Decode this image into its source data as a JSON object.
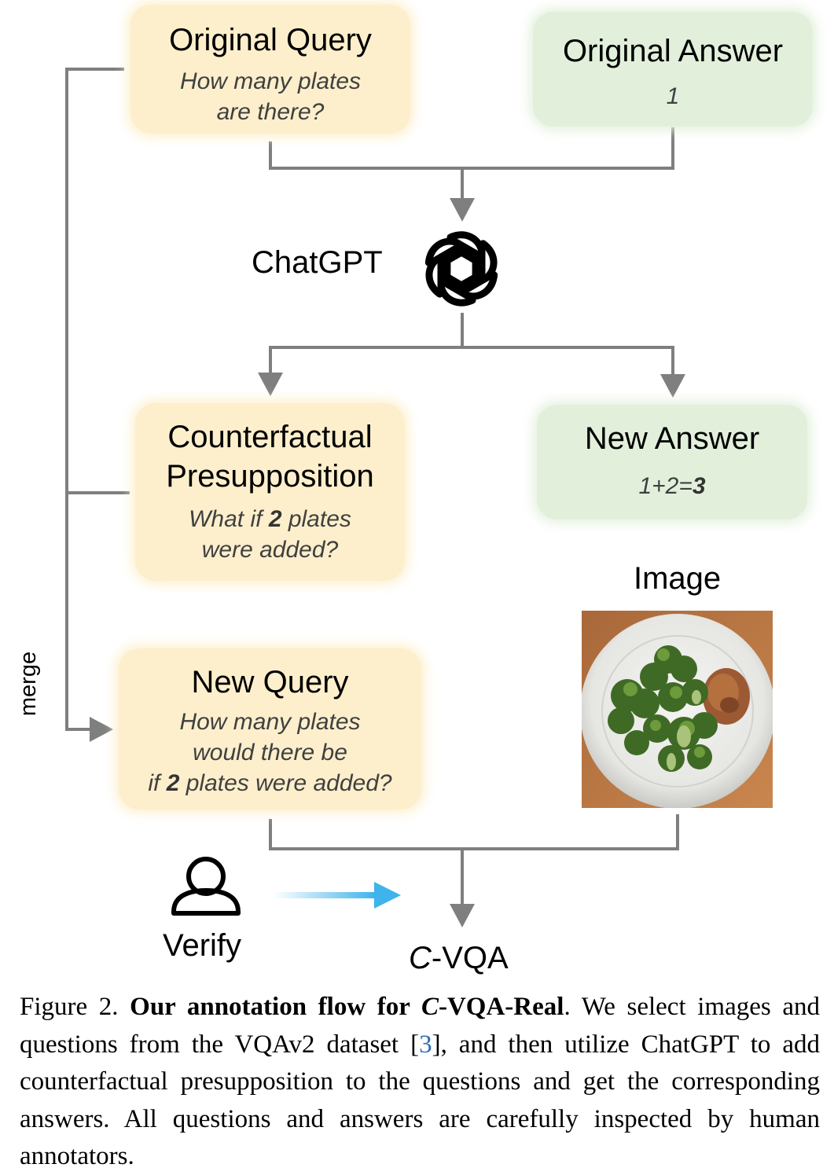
{
  "original_query": {
    "title": "Original Query",
    "question": "How many plates\nare there?"
  },
  "original_answer": {
    "title": "Original Answer",
    "value": "1"
  },
  "chatgpt_label": "ChatGPT",
  "chatgpt_icon": "openai-logo-icon",
  "counterfactual": {
    "title": "Counterfactual\nPresupposition",
    "text_before": "What if ",
    "number": "2",
    "text_after": " plates\nwere added?"
  },
  "new_answer": {
    "title": "New Answer",
    "expression": "1+2=",
    "result": "3"
  },
  "image_label": "Image",
  "new_query": {
    "title": "New Query",
    "text_before": "How many plates\nwould there be\nif ",
    "number": "2",
    "text_after": " plates were added?"
  },
  "merge_label": "merge",
  "verify_label": "Verify",
  "verify_icon": "person-icon",
  "output": {
    "prefix": "C",
    "suffix": "-VQA"
  },
  "colors": {
    "query_box": "#fdefcc",
    "answer_box": "#e2f0db",
    "connector": "#7f7f7f",
    "verify_arrow": "#3fb3ec",
    "citation": "#2e6db4"
  },
  "caption": {
    "figure_label": "Figure 2.",
    "bold_title_prefix": "Our annotation flow for ",
    "bold_title_c": "C",
    "bold_title_suffix": "-VQA-Real",
    "text_1": ". We select images and questions from the VQAv2 dataset [",
    "citation": "3",
    "text_2": "], and then utilize ChatGPT to add counterfactual presupposition to the questions and get the corresponding answers. All questions and answers are carefully inspected by human annotators."
  }
}
